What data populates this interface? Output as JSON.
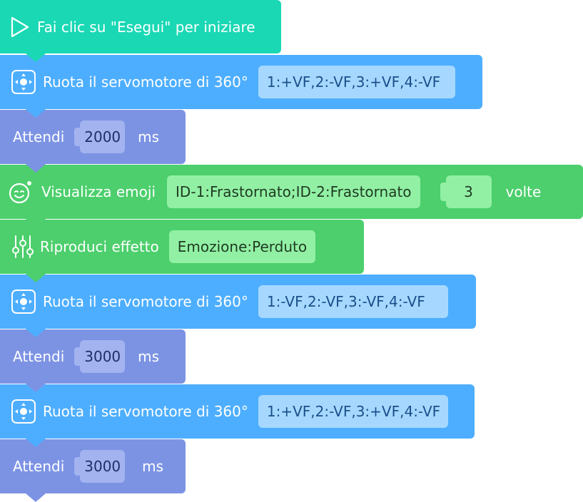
{
  "start": {
    "label": "Fai clic su \"Esegui\" per iniziare",
    "icon": "play-icon"
  },
  "blocks": [
    {
      "type": "servo",
      "label": "Ruota il servomotore di 360°",
      "value": "1:+VF,2:-VF,3:+VF,4:-VF"
    },
    {
      "type": "wait",
      "label": "Attendi",
      "value": "2000",
      "unit": "ms"
    },
    {
      "type": "emoji",
      "label": "Visualizza emoji",
      "value": "ID-1:Frastornato;ID-2:Frastornato",
      "count": "3",
      "suffix": "volte"
    },
    {
      "type": "effect",
      "label": "Riproduci effetto",
      "value": "Emozione:Perduto"
    },
    {
      "type": "servo",
      "label": "Ruota il servomotore di 360°",
      "value": "1:-VF,2:-VF,3:-VF,4:-VF"
    },
    {
      "type": "wait",
      "label": "Attendi",
      "value": "3000",
      "unit": "ms"
    },
    {
      "type": "servo",
      "label": "Ruota il servomotore di 360°",
      "value": "1:+VF,2:-VF,3:+VF,4:-VF"
    },
    {
      "type": "wait",
      "label": "Attendi",
      "value": "3000",
      "unit": "ms"
    }
  ],
  "colors": {
    "start": "#1ad8b4",
    "servo": "#4daeff",
    "wait": "#7c93e4",
    "emoji": "#4ccf6c"
  }
}
